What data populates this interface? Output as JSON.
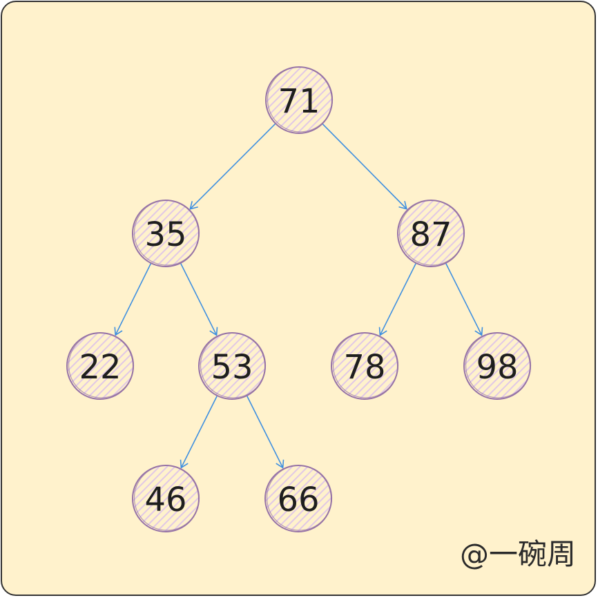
{
  "tree": {
    "nodes": [
      {
        "id": "n71",
        "label": "71"
      },
      {
        "id": "n35",
        "label": "35"
      },
      {
        "id": "n87",
        "label": "87"
      },
      {
        "id": "n22",
        "label": "22"
      },
      {
        "id": "n53",
        "label": "53"
      },
      {
        "id": "n78",
        "label": "78"
      },
      {
        "id": "n98",
        "label": "98"
      },
      {
        "id": "n46",
        "label": "46"
      },
      {
        "id": "n66",
        "label": "66"
      }
    ],
    "edges": [
      {
        "from": "n71",
        "to": "n35"
      },
      {
        "from": "n71",
        "to": "n87"
      },
      {
        "from": "n35",
        "to": "n22"
      },
      {
        "from": "n35",
        "to": "n53"
      },
      {
        "from": "n87",
        "to": "n78"
      },
      {
        "from": "n87",
        "to": "n98"
      },
      {
        "from": "n53",
        "to": "n46"
      },
      {
        "from": "n53",
        "to": "n66"
      }
    ]
  },
  "colors": {
    "background": "#fff2cc",
    "node_fill": "#e1d5e7",
    "node_stroke": "#9673a6",
    "edge": "#3d8fe0"
  },
  "watermark": "@一碗周"
}
